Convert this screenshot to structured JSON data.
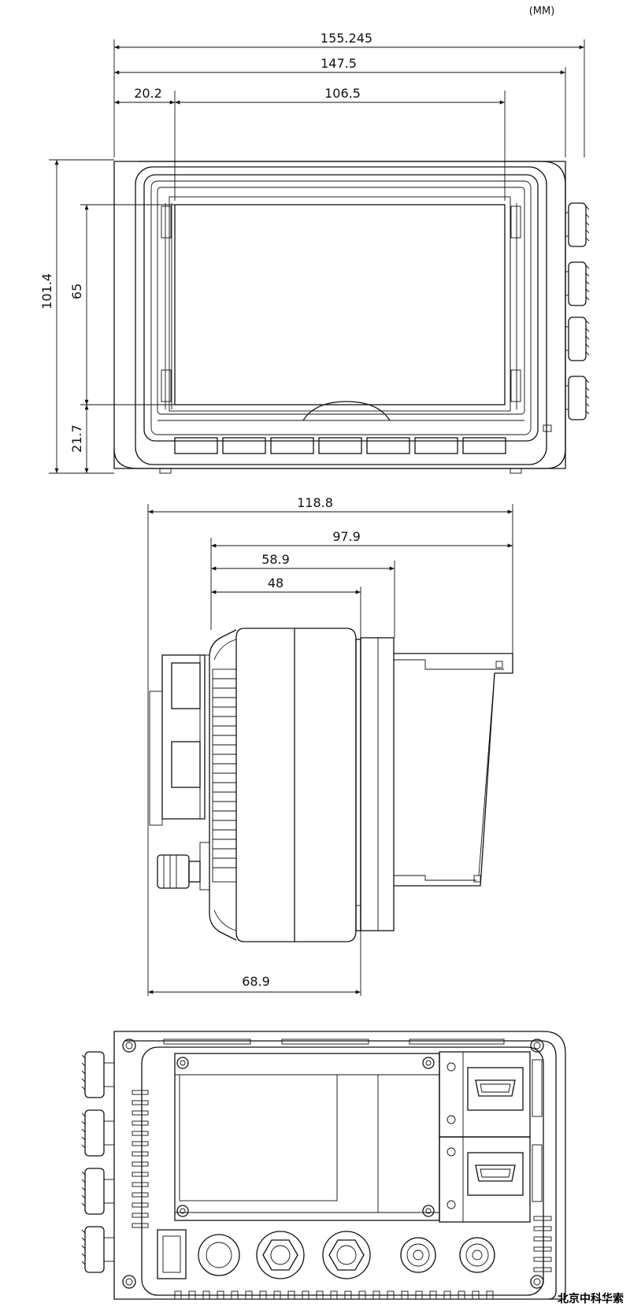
{
  "units_label": "(MM)",
  "watermark": "北京中科华索",
  "front_view": {
    "overall_width": "155.245",
    "body_width": "147.5",
    "left_offset": "20.2",
    "screen_width": "106.5",
    "overall_height": "101.4",
    "screen_height": "65",
    "bottom_offset": "21.7"
  },
  "side_view": {
    "overall_depth": "118.8",
    "hood_depth": "97.9",
    "body_depth_a": "58.9",
    "body_depth_b": "48",
    "connector_depth": "68.9"
  }
}
